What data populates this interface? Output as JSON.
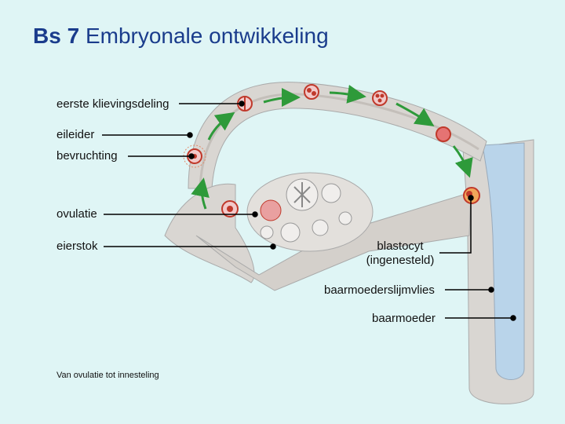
{
  "title": {
    "prefix": "Bs 7",
    "text": "Embryonale ontwikkeling"
  },
  "labels": {
    "eerste_klievingsdeling": "eerste klievingsdeling",
    "eileider": "eileider",
    "bevruchting": "bevruchting",
    "ovulatie": "ovulatie",
    "eierstok": "eierstok",
    "blastocyt_line1": "blastocyt",
    "blastocyt_line2": "(ingenesteld)",
    "baarmoederslijmvlies": "baarmoederslijmvlies",
    "baarmoeder": "baarmoeder"
  },
  "caption": "Van ovulatie tot innesteling",
  "colors": {
    "title": "#1a3c8c",
    "background": "#dff5f5",
    "arrow": "#2e9a3a",
    "tissue": "#d9d6d2",
    "uterus_cavity": "#b9d4ea",
    "egg": "#c0392b"
  }
}
